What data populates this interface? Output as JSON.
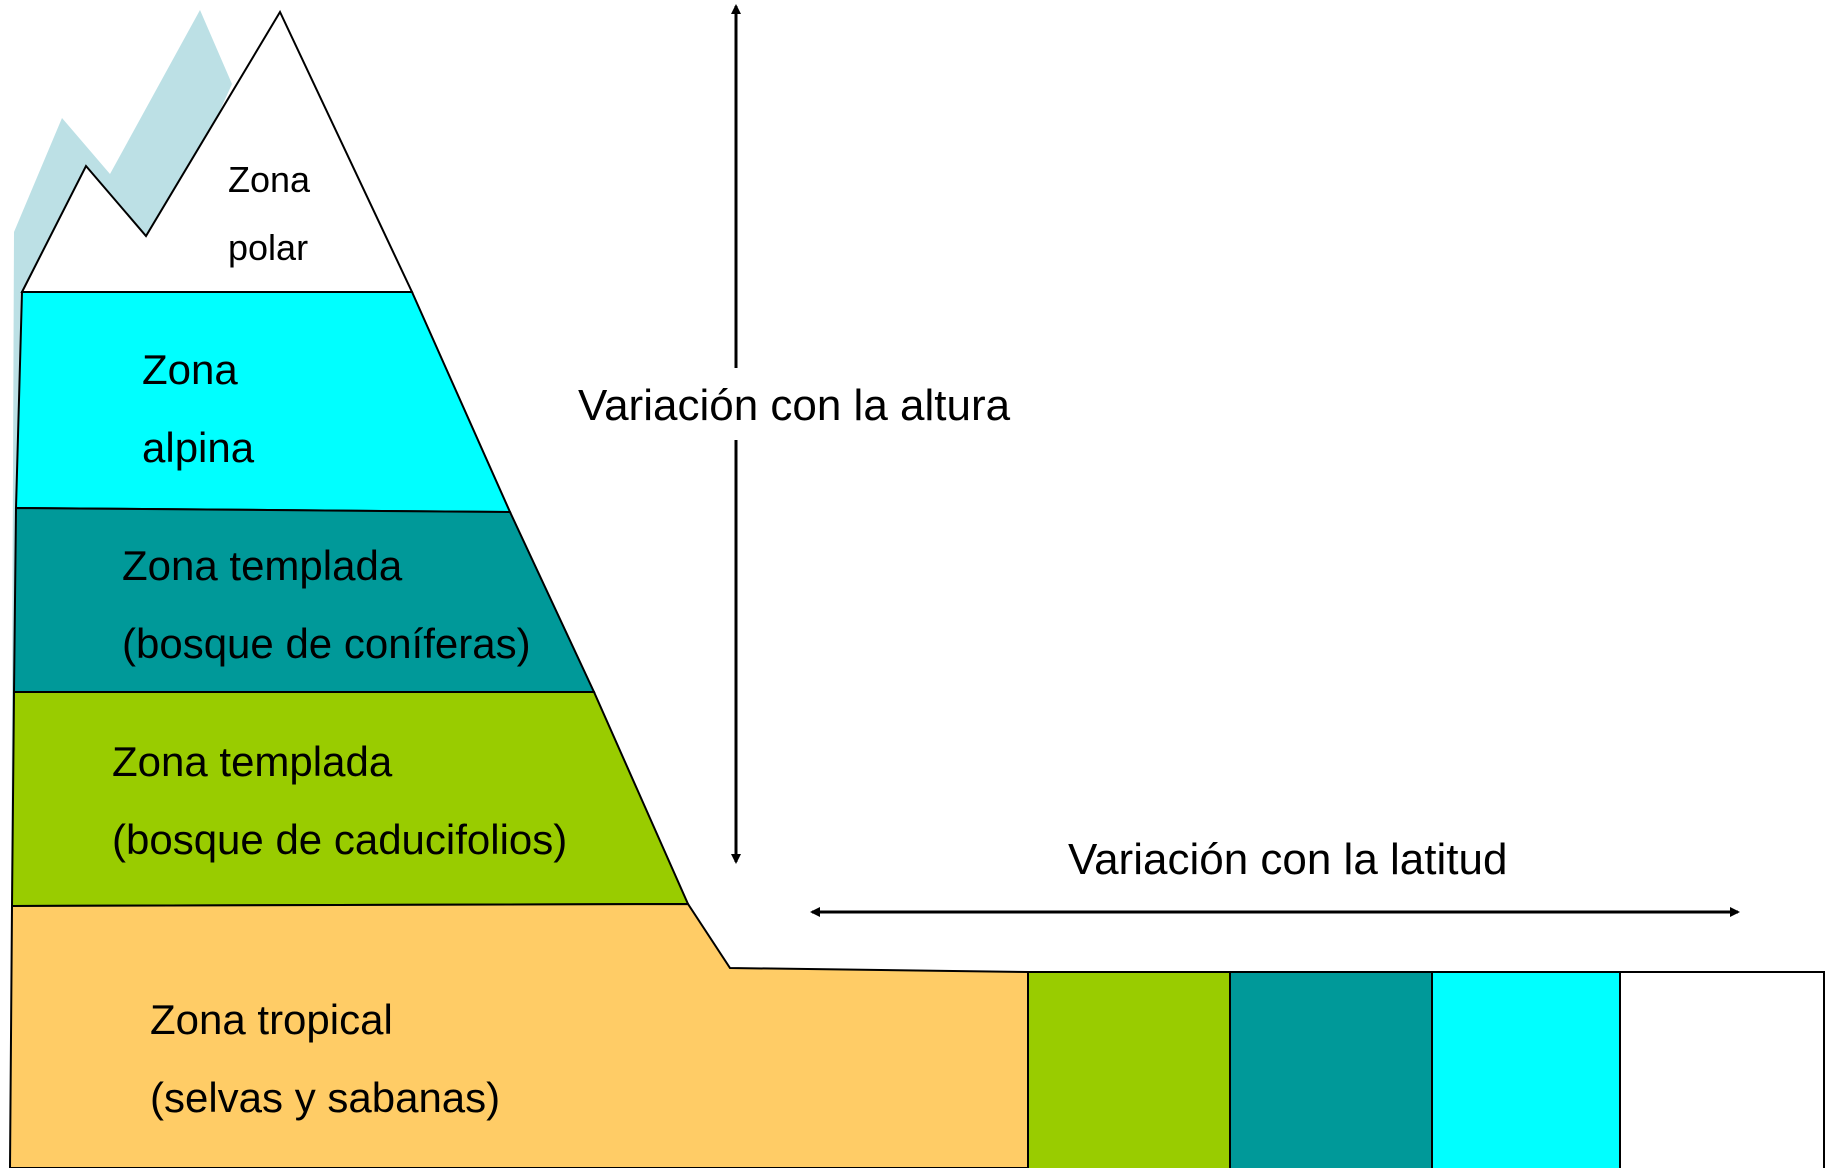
{
  "zones": {
    "polar": {
      "line1": "Zona",
      "line2": "polar",
      "color": "#FFFFFF"
    },
    "alpina": {
      "line1": "Zona",
      "line2": "alpina",
      "color": "#00FFFF"
    },
    "coniferas": {
      "line1": "Zona templada",
      "line2": "(bosque de coníferas)",
      "color": "#009999"
    },
    "caducifolios": {
      "line1": "Zona templada",
      "line2": "(bosque de caducifolios)",
      "color": "#99CC00"
    },
    "tropical": {
      "line1": "Zona tropical",
      "line2": "(selvas y sabanas)",
      "color": "#FFCC66"
    }
  },
  "background_peaks_color": "#BCE0E5",
  "arrows": {
    "altura": "Variación con la altura",
    "latitud": "Variación con la latitud"
  },
  "latitude_bands": [
    "#99CC00",
    "#009999",
    "#00FFFF",
    "#FFFFFF"
  ]
}
